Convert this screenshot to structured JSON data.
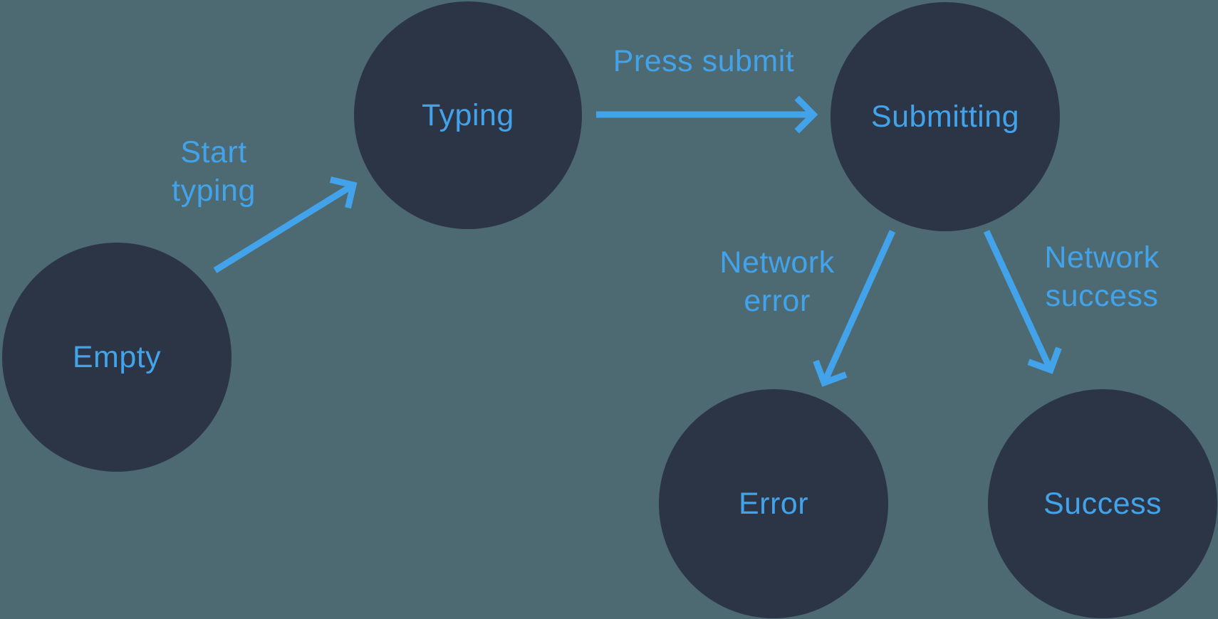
{
  "theme": {
    "background": "#4D6972",
    "node_fill": "#2B3545",
    "accent": "#42A3EA"
  },
  "diagram": {
    "type": "state-machine",
    "nodes": [
      {
        "id": "empty",
        "label": "Empty"
      },
      {
        "id": "typing",
        "label": "Typing"
      },
      {
        "id": "submitting",
        "label": "Submitting"
      },
      {
        "id": "error",
        "label": "Error"
      },
      {
        "id": "success",
        "label": "Success"
      }
    ],
    "transitions": [
      {
        "id": "start-typing",
        "from": "empty",
        "to": "typing",
        "label": "Start\ntyping"
      },
      {
        "id": "press-submit",
        "from": "typing",
        "to": "submitting",
        "label": "Press submit"
      },
      {
        "id": "network-error",
        "from": "submitting",
        "to": "error",
        "label": "Network\nerror"
      },
      {
        "id": "network-success",
        "from": "submitting",
        "to": "success",
        "label": "Network\nsuccess"
      }
    ]
  }
}
